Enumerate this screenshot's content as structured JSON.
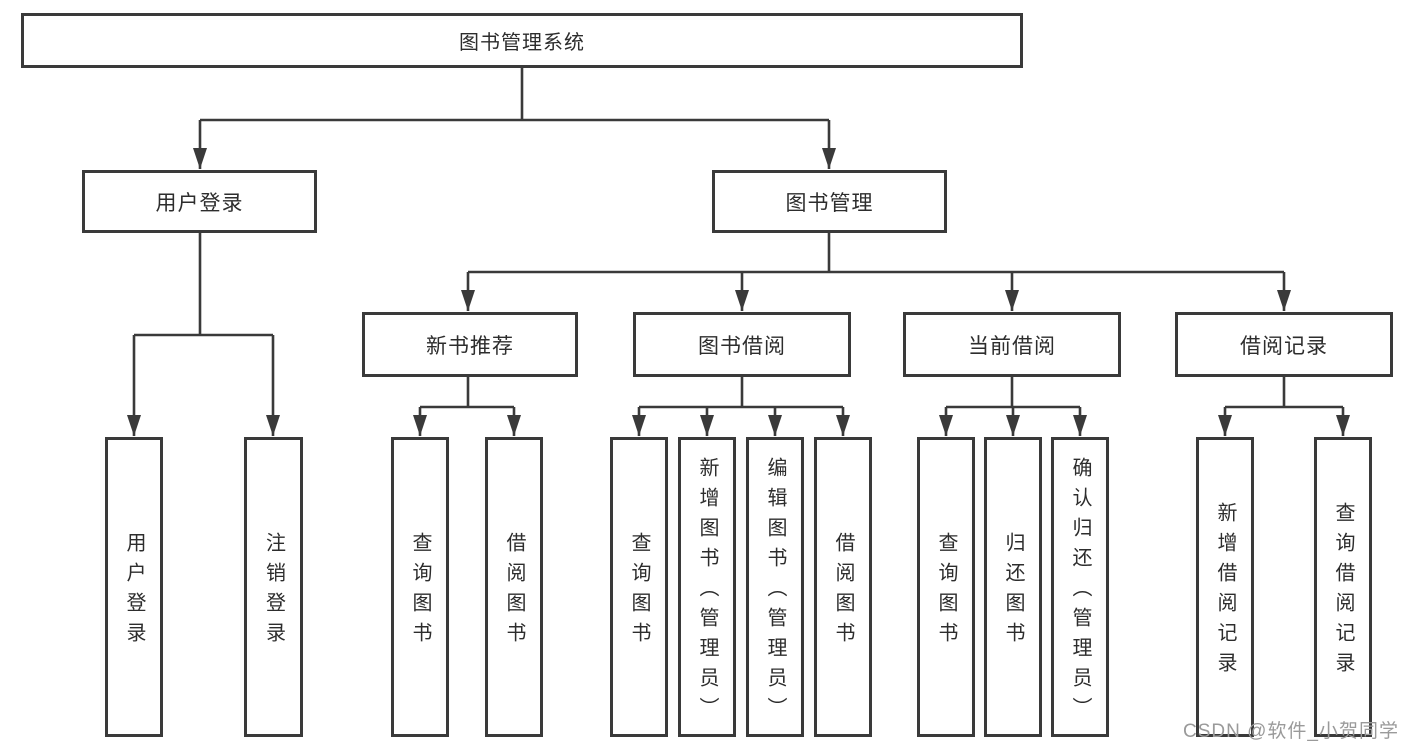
{
  "watermark": "CSDN @软件_小贺同学",
  "tree": {
    "root": "图书管理系统",
    "children": [
      {
        "label": "用户登录",
        "children": [
          {
            "label": "用户登录"
          },
          {
            "label": "注销登录"
          }
        ]
      },
      {
        "label": "图书管理",
        "children": [
          {
            "label": "新书推荐",
            "children": [
              {
                "label": "查询图书"
              },
              {
                "label": "借阅图书"
              }
            ]
          },
          {
            "label": "图书借阅",
            "children": [
              {
                "label": "查询图书"
              },
              {
                "label": "新增图书（管理员）"
              },
              {
                "label": "编辑图书（管理员）"
              },
              {
                "label": "借阅图书"
              }
            ]
          },
          {
            "label": "当前借阅",
            "children": [
              {
                "label": "查询图书"
              },
              {
                "label": "归还图书"
              },
              {
                "label": "确认归还（管理员）"
              }
            ]
          },
          {
            "label": "借阅记录",
            "children": [
              {
                "label": "新增借阅记录"
              },
              {
                "label": "查询借阅记录"
              }
            ]
          }
        ]
      }
    ]
  },
  "colors": {
    "line": "#3a3a3a",
    "text": "#2d2d2d",
    "watermark": "#9a9a9a"
  }
}
